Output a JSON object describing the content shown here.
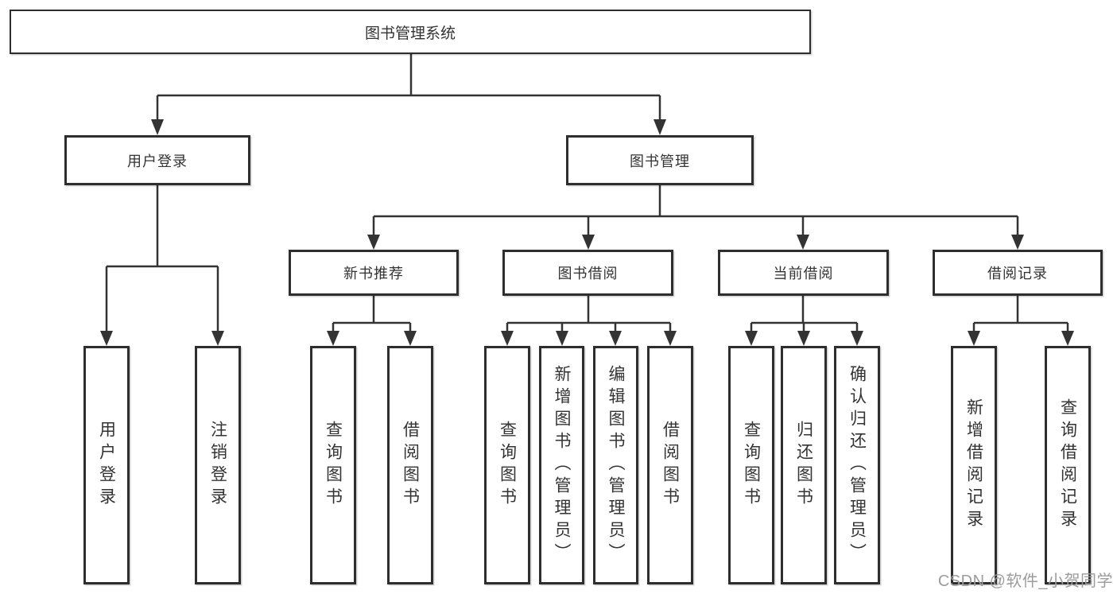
{
  "diagram": {
    "watermark": "CSDN @软件_小贺同学",
    "colors": {
      "line": "#333333",
      "box_border": "#2e2e2e",
      "box_background": "#ffffff",
      "text": "#333333",
      "watermark": "#9c9c9c",
      "page_background": "#ffffff"
    },
    "nodes": {
      "root": "图书管理系统",
      "user_login": "用户登录",
      "book_management": "图书管理",
      "new_book_recommend": "新书推荐",
      "book_borrow": "图书借阅",
      "current_borrow": "当前借阅",
      "borrow_record": "借阅记录",
      "leaf_user_login": "用户登录",
      "leaf_logout": "注销登录",
      "leaf_query_book_rec": "查询图书",
      "leaf_borrow_book_rec": "借阅图书",
      "leaf_query_book_borrow": "查询图书",
      "leaf_add_book_admin": "新增图书（管理员）",
      "leaf_edit_book_admin": "编辑图书（管理员）",
      "leaf_borrow_book_borrow": "借阅图书",
      "leaf_query_book_current": "查询图书",
      "leaf_return_book": "归还图书",
      "leaf_confirm_return_admin": "确认归还（管理员）",
      "leaf_add_borrow_record": "新增借阅记录",
      "leaf_query_borrow_record": "查询借阅记录"
    },
    "hierarchy": {
      "root": [
        "user_login",
        "book_management"
      ],
      "user_login": [
        "leaf_user_login",
        "leaf_logout"
      ],
      "book_management": [
        "new_book_recommend",
        "book_borrow",
        "current_borrow",
        "borrow_record"
      ],
      "new_book_recommend": [
        "leaf_query_book_rec",
        "leaf_borrow_book_rec"
      ],
      "book_borrow": [
        "leaf_query_book_borrow",
        "leaf_add_book_admin",
        "leaf_edit_book_admin",
        "leaf_borrow_book_borrow"
      ],
      "current_borrow": [
        "leaf_query_book_current",
        "leaf_return_book",
        "leaf_confirm_return_admin"
      ],
      "borrow_record": [
        "leaf_add_borrow_record",
        "leaf_query_borrow_record"
      ]
    }
  }
}
